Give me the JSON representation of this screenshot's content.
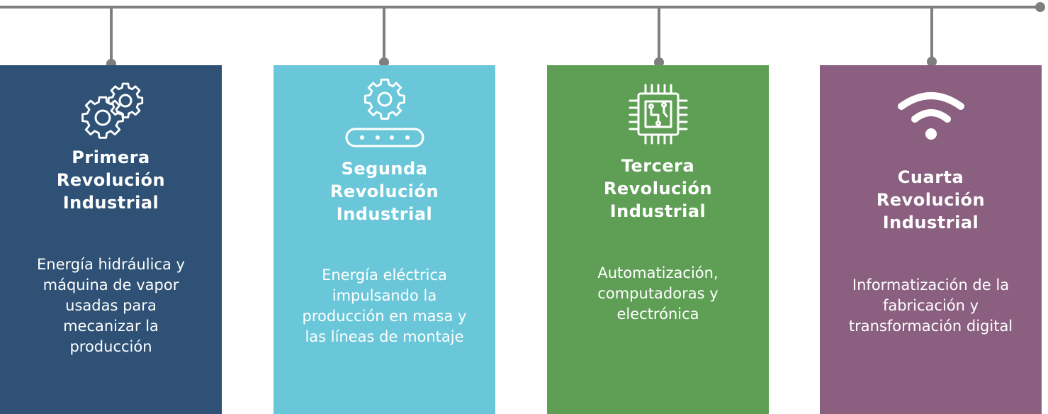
{
  "cards": [
    {
      "title_lines": [
        "Primera",
        "Revolución",
        "Industrial"
      ],
      "desc_lines": [
        "Energía hidráulica y",
        "máquina de vapor",
        "usadas para",
        "mecanizar la",
        "producción"
      ],
      "icon": "gears-icon",
      "color": "#2e5175"
    },
    {
      "title_lines": [
        "Segunda",
        "Revolución",
        "Industrial"
      ],
      "desc_lines": [
        "Energía eléctrica",
        "impulsando la",
        "producción en masa y",
        "las líneas de montaje"
      ],
      "icon": "conveyor-gear-icon",
      "color": "#6ac7d9"
    },
    {
      "title_lines": [
        "Tercera",
        "Revolución",
        "Industrial"
      ],
      "desc_lines": [
        "Automatización,",
        "computadoras y",
        "electrónica"
      ],
      "icon": "microchip-icon",
      "color": "#5f9f55"
    },
    {
      "title_lines": [
        "Cuarta",
        "Revolución",
        "Industrial"
      ],
      "desc_lines": [
        "Informatización de la",
        "fabricación y",
        "transformación digital"
      ],
      "icon": "wifi-icon",
      "color": "#8a5f80"
    }
  ],
  "colors": {
    "timeline": "#7f7f7f",
    "text": "#ffffff"
  }
}
